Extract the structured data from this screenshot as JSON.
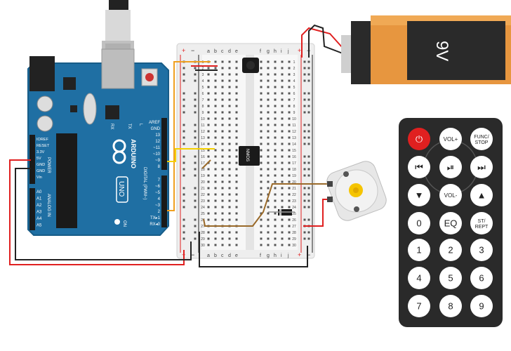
{
  "arduino": {
    "logo": "ARDUINO",
    "model": "UNO",
    "on_label": "ON",
    "tx_label": "TX",
    "rx_label": "RX",
    "l_label": "L",
    "power_label": "POWER",
    "analog_label": "ANALOG IN",
    "digital_label": "DIGITAL (PWM~)",
    "power_pins": [
      "IOREF",
      "RESET",
      "3.3V",
      "5V",
      "GND",
      "GND",
      "Vin"
    ],
    "analog_pins": [
      "A0",
      "A1",
      "A2",
      "A3",
      "A4",
      "A5"
    ],
    "digital_pins_top": [
      "AREF",
      "GND",
      "13",
      "12",
      "~11",
      "~10",
      "~9",
      "8"
    ],
    "digital_pins_bottom": [
      "7",
      "~6",
      "~5",
      "4",
      "~3",
      "2",
      "TX▸1",
      "RX◂0"
    ]
  },
  "breadboard": {
    "columns_left": [
      "a",
      "b",
      "c",
      "d",
      "e"
    ],
    "columns_right": [
      "f",
      "g",
      "h",
      "i",
      "j"
    ],
    "plus": "+",
    "minus": "−",
    "rows": 30
  },
  "components": {
    "mosfet_label": "NMOS",
    "battery_label": "9V"
  },
  "remote": {
    "buttons": [
      {
        "label": "⏻",
        "name": "power-button"
      },
      {
        "label": "VOL+",
        "name": "vol-up-button"
      },
      {
        "label": "FUNC/\nSTOP",
        "name": "func-stop-button"
      },
      {
        "label": "⏮",
        "name": "prev-button"
      },
      {
        "label": "⏯",
        "name": "play-pause-button"
      },
      {
        "label": "⏭",
        "name": "next-button"
      },
      {
        "label": "▼",
        "name": "down-button"
      },
      {
        "label": "VOL-",
        "name": "vol-down-button"
      },
      {
        "label": "▲",
        "name": "up-button"
      },
      {
        "label": "0",
        "name": "digit-0-button"
      },
      {
        "label": "EQ",
        "name": "eq-button"
      },
      {
        "label": "ST/\nREPT",
        "name": "st-rept-button"
      },
      {
        "label": "1",
        "name": "digit-1-button"
      },
      {
        "label": "2",
        "name": "digit-2-button"
      },
      {
        "label": "3",
        "name": "digit-3-button"
      },
      {
        "label": "4",
        "name": "digit-4-button"
      },
      {
        "label": "5",
        "name": "digit-5-button"
      },
      {
        "label": "6",
        "name": "digit-6-button"
      },
      {
        "label": "7",
        "name": "digit-7-button"
      },
      {
        "label": "8",
        "name": "digit-8-button"
      },
      {
        "label": "9",
        "name": "digit-9-button"
      }
    ]
  },
  "colors": {
    "board_blue": "#1f6fa3",
    "wire_red": "#e02020",
    "wire_black": "#222222",
    "wire_orange": "#f0a020",
    "wire_yellow": "#f5d000",
    "wire_brown": "#9a6a2a",
    "battery_orange": "#e7963f",
    "remote_body": "#2a2a2a",
    "power_red": "#e02020"
  }
}
